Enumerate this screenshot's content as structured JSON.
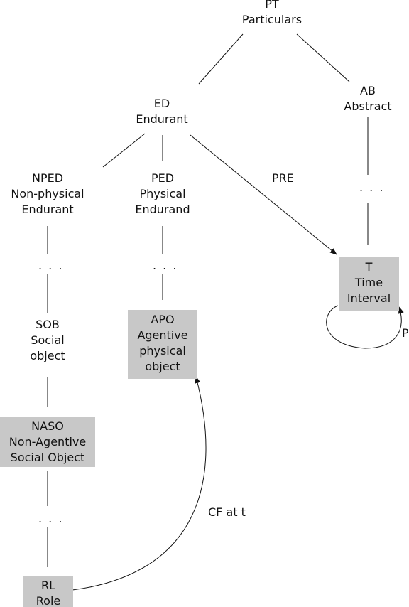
{
  "nodes": {
    "pt": {
      "code": "PT",
      "name": "Particulars"
    },
    "ed": {
      "code": "ED",
      "name": "Endurant"
    },
    "ab": {
      "code": "AB",
      "name": "Abstract"
    },
    "nped": {
      "code": "NPED",
      "name_line1": "Non-physical",
      "name_line2": "Endurant"
    },
    "ped": {
      "code": "PED",
      "name_line1": "Physical",
      "name_line2": "Endurand"
    },
    "t": {
      "code": "T",
      "name_line1": "Time",
      "name_line2": "Interval"
    },
    "sob": {
      "code": "SOB",
      "name_line1": "Social",
      "name_line2": "object"
    },
    "apo": {
      "code": "APO",
      "name_line1": "Agentive",
      "name_line2": "physical",
      "name_line3": "object"
    },
    "naso": {
      "code": "NASO",
      "name_line1": "Non-Agentive",
      "name_line2": "Social Object"
    },
    "rl": {
      "code": "RL",
      "name": "Role"
    }
  },
  "edge_labels": {
    "pre": "PRE",
    "p": "P",
    "cf": "CF at t"
  },
  "ellipsis": ". . .",
  "colors": {
    "box_fill": "#c8c8c8",
    "line": "#111111"
  }
}
